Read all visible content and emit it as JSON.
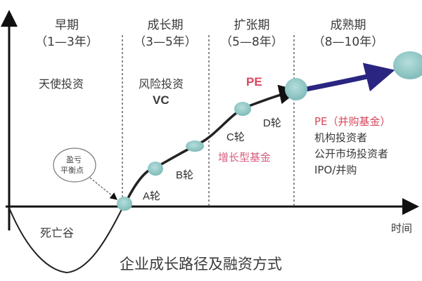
{
  "title": "企业成长路径及融资方式",
  "axes": {
    "x_label": "时间"
  },
  "colors": {
    "node": "#8fc8c6",
    "curve": "#222222",
    "arrow": "#2a2580",
    "red_text": "#d8485e",
    "pink_text": "#d76080"
  },
  "stages": [
    {
      "name": "早期",
      "range": "（1—3年）",
      "investors": [
        "天使投资"
      ]
    },
    {
      "name": "成长期",
      "range": "（3—5年）",
      "investors": [
        "风险投资",
        "VC"
      ]
    },
    {
      "name": "扩张期",
      "range": "（5—8年）",
      "investors": [
        "PE",
        "增长型基金"
      ]
    },
    {
      "name": "成熟期",
      "range": "（8—10年）",
      "investors": [
        "PE（并购基金）",
        "机构投资者",
        "公开市场投资者",
        "IPO/并购"
      ]
    }
  ],
  "rounds": [
    "A轮",
    "B轮",
    "C轮",
    "D轮"
  ],
  "annotations": {
    "breakeven": [
      "盈亏",
      "平衡点"
    ],
    "death_valley": "死亡谷"
  }
}
